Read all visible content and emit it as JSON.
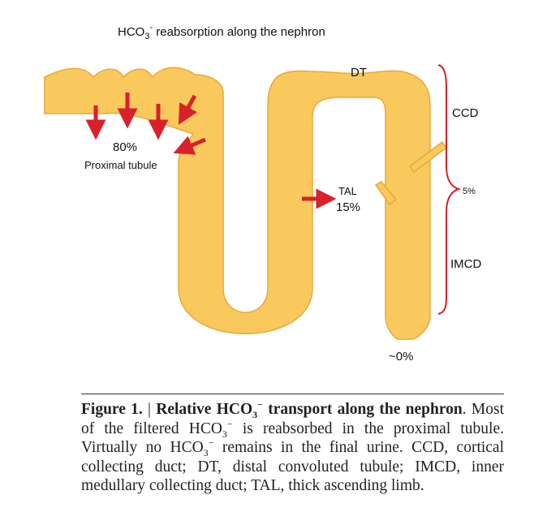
{
  "diagram": {
    "title_prefix": "HCO",
    "title_sub": "3",
    "title_sup": "-",
    "title_suffix": " reabsorption along the nephron",
    "labels": {
      "dt": "DT",
      "ccd": "CCD",
      "five_pct": "5%",
      "imcd": "IMCD",
      "pct_80": "80%",
      "proximal": "Proximal tubule",
      "tal": "TAL",
      "pct_15": "15%",
      "zero": "~0%"
    },
    "colors": {
      "tubule_fill": "#f9c95d",
      "tubule_edge": "#e9a83a",
      "arrow": "#d9212b",
      "bracket": "#d9212b"
    }
  },
  "caption": {
    "figure_label": "Figure 1.",
    "separator": " | ",
    "title_prefix": "Relative HCO",
    "title_sub": "3",
    "title_sup": "−",
    "title_suffix": " transport along the nephron",
    "t1": ". Most of the filtered HCO",
    "t1_sub": "3",
    "t1_sup": "−",
    "t2": " is reabsorbed in the proximal tubule. Virtually no HCO",
    "t2_sub": "3",
    "t2_sup": "−",
    "t3": " remains in the final urine. CCD, cortical collecting duct; DT, distal convoluted tubule; IMCD, inner medullary collecting duct; TAL, thick ascending limb."
  }
}
